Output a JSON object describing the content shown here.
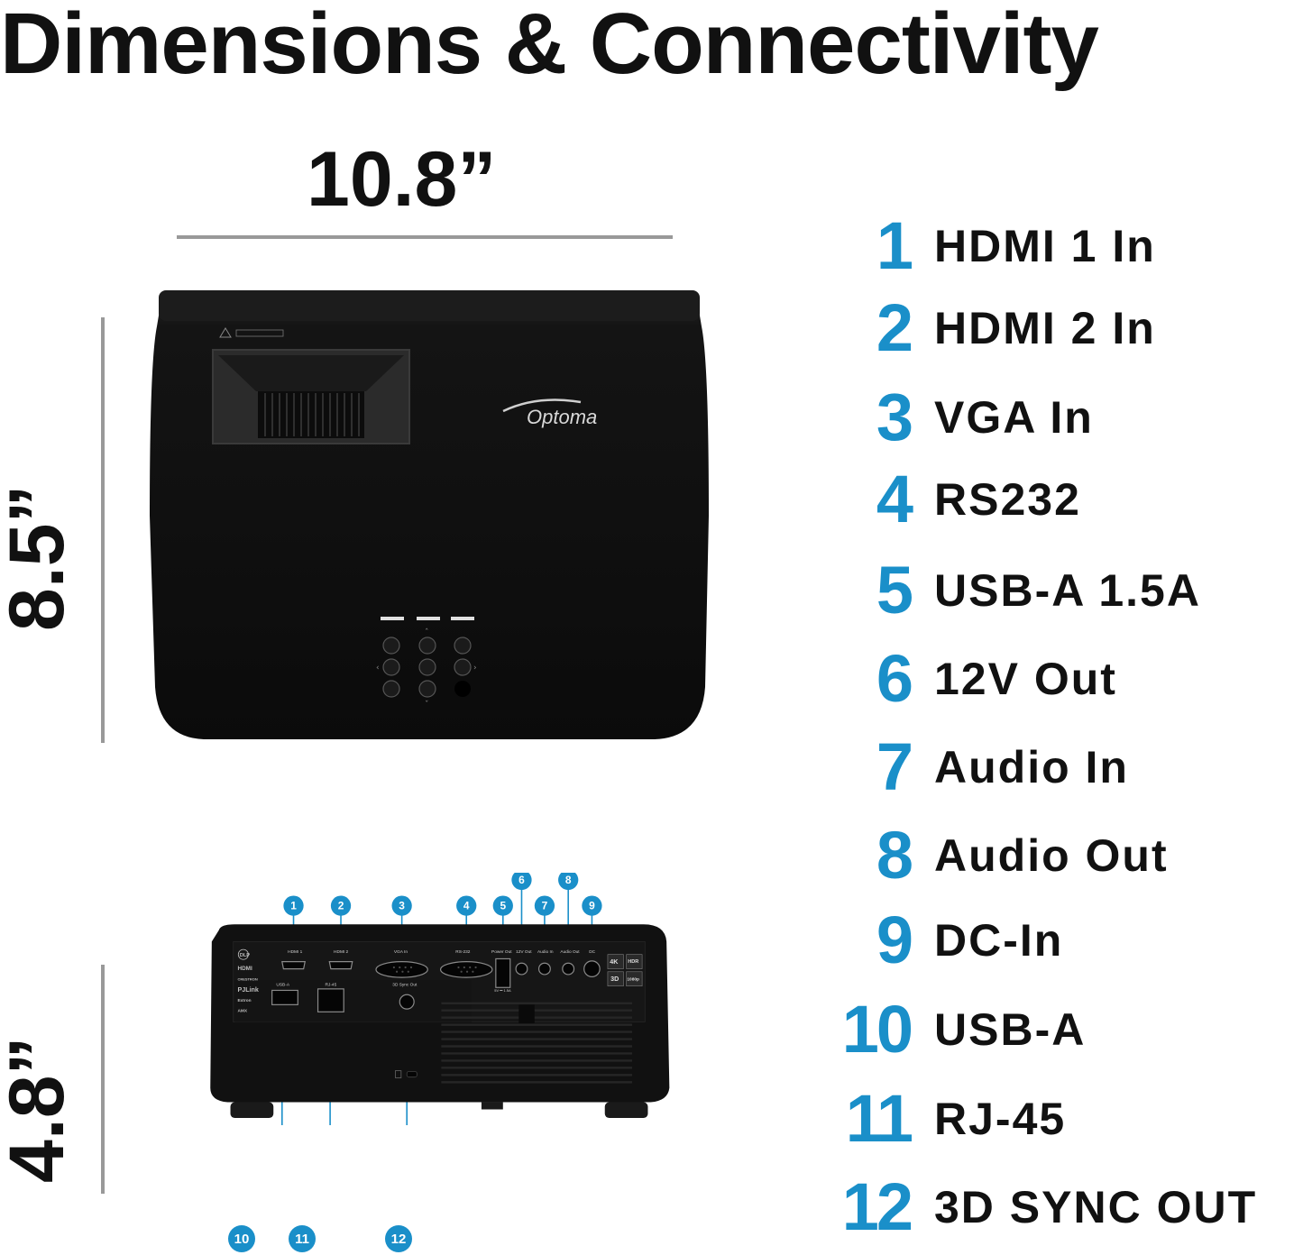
{
  "title": "Dimensions & Connectivity",
  "dimensions": {
    "width": "10.8”",
    "depth": "8.5”",
    "height": "4.8”"
  },
  "brand": "Optoma",
  "ports": [
    {
      "num": "1",
      "label": "HDMI 1 In"
    },
    {
      "num": "2",
      "label": "HDMI 2 In"
    },
    {
      "num": "3",
      "label": "VGA In"
    },
    {
      "num": "4",
      "label": "RS232"
    },
    {
      "num": "5",
      "label": "USB-A 1.5A"
    },
    {
      "num": "6",
      "label": "12V Out"
    },
    {
      "num": "7",
      "label": "Audio In"
    },
    {
      "num": "8",
      "label": "Audio Out"
    },
    {
      "num": "9",
      "label": "DC-In"
    },
    {
      "num": "10",
      "label": "USB-A"
    },
    {
      "num": "11",
      "label": "RJ-45"
    },
    {
      "num": "12",
      "label": "3D SYNC OUT"
    }
  ],
  "rear_labels": {
    "hdmi1": "HDMI 1",
    "hdmi2": "HDMI 2",
    "vga": "VGA In",
    "rs232": "RS-232",
    "power_out": "Power Out",
    "v12_out": "12V Out",
    "audio_in": "Audio In",
    "audio_out": "Audio Out",
    "dc": "DC",
    "usb_a": "USB-A",
    "rj45": "RJ-45",
    "sync_3d": "3D Sync Out",
    "usb_spec": "5V ⎓ 1.5A"
  },
  "badges": [
    "4K",
    "HDR",
    "3D",
    "1080p"
  ],
  "logos": [
    "DLP",
    "HDMI",
    "CRESTRON",
    "PJLink",
    "Extron",
    "AMX"
  ],
  "colors": {
    "accent": "#1a8fc9",
    "projector": "#111111",
    "dimension_line": "#999999"
  }
}
